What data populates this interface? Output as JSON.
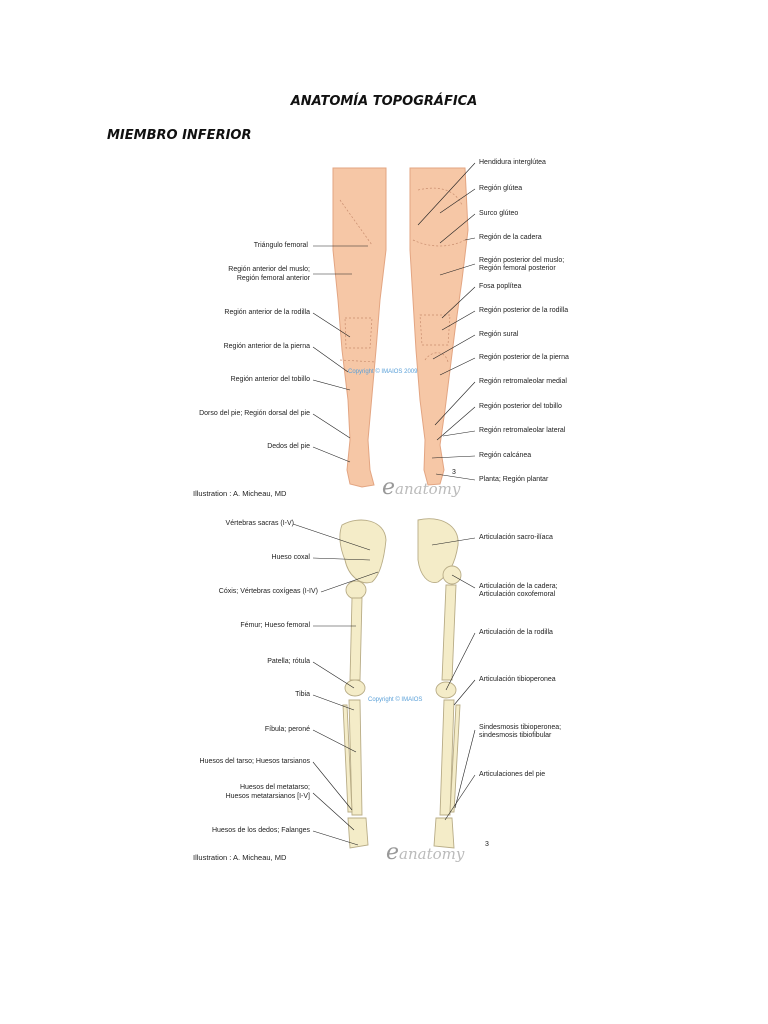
{
  "document": {
    "title": "ANATOMÍA TOPOGRÁFICA",
    "section": "MIEMBRO INFERIOR"
  },
  "figure_top": {
    "labels_left": [
      "Triángulo femoral",
      "Región anterior del muslo;",
      "Región femoral anterior",
      "Región anterior de la rodilla",
      "Región anterior de la pierna",
      "Región anterior del tobillo",
      "Dorso del pie; Región dorsal del pie",
      "Dedos del pie"
    ],
    "labels_right": [
      "Hendidura interglútea",
      "Región glútea",
      "Surco glúteo",
      "Región de la cadera",
      "Región posterior del muslo;",
      "Región femoral posterior",
      "Fosa poplítea",
      "Región posterior de la rodilla",
      "Región sural",
      "Región posterior de la pierna",
      "Región retromaleolar medial",
      "Región posterior del tobillo",
      "Región retromaleolar lateral",
      "Región calcánea",
      "Planta; Región plantar"
    ],
    "watermark": "Copyright © IMAIOS 2009",
    "credit": "Illustration : A. Micheau, MD",
    "logo": "anatomy",
    "page_marker": "3"
  },
  "figure_bottom": {
    "labels_left": [
      "Vértebras sacras (I-V)",
      "Hueso coxal",
      "Cóxis; Vértebras coxígeas (I-IV)",
      "Fémur; Hueso femoral",
      "Patella; rótula",
      "Tibia",
      "Fíbula; peroné",
      "Huesos del tarso; Huesos tarsianos",
      "Huesos del metatarso;",
      "Huesos metatarsianos [I-V]",
      "Huesos de los dedos; Falanges"
    ],
    "labels_right": [
      "Articulación sacro-ilíaca",
      "Articulación de la cadera;",
      "Articulación coxofemoral",
      "Articulación de la rodilla",
      "Articulación tibioperonea",
      "Sindesmosis tibioperonea;",
      "sindesmosis tibiofibular",
      "Articulaciones del pie"
    ],
    "watermark": "Copyright © IMAIOS",
    "credit": "Illustration : A. Micheau, MD",
    "logo": "anatomy",
    "page_marker": "3"
  },
  "colors": {
    "skin": "#f6c7a6",
    "skin_edge": "#e3a582",
    "bone": "#f4ecc8",
    "bone_edge": "#b8ac86",
    "text": "#222222"
  }
}
